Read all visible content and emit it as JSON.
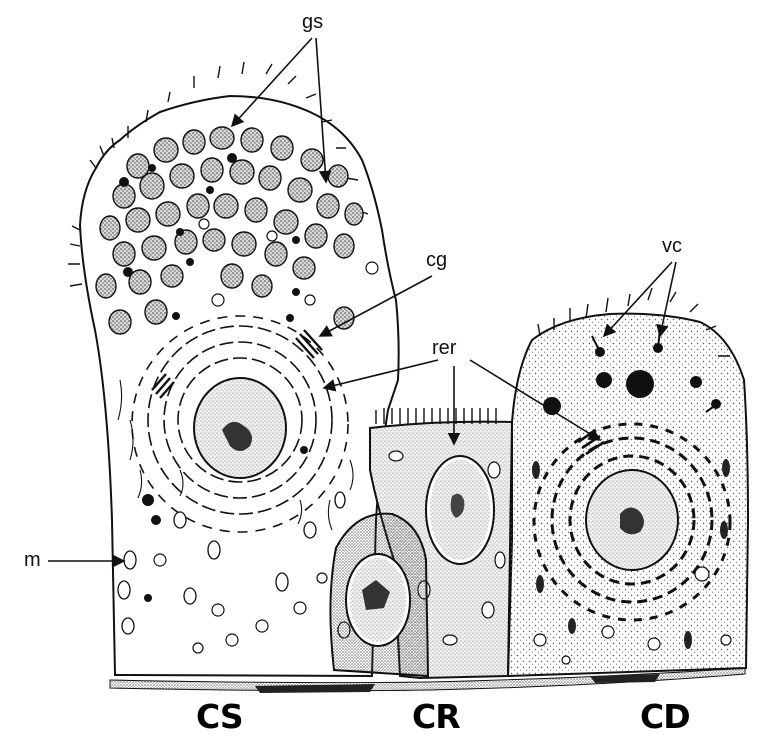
{
  "labels": {
    "gs": "gs",
    "cg": "cg",
    "vc": "vc",
    "rer": "rer",
    "m": "m"
  },
  "cells": {
    "cs": "CS",
    "cr": "CR",
    "cd": "CD"
  },
  "colors": {
    "ink": "#111111",
    "stipple_dark": "#555555",
    "stipple_light": "#9a9a9a",
    "background": "#ffffff"
  }
}
